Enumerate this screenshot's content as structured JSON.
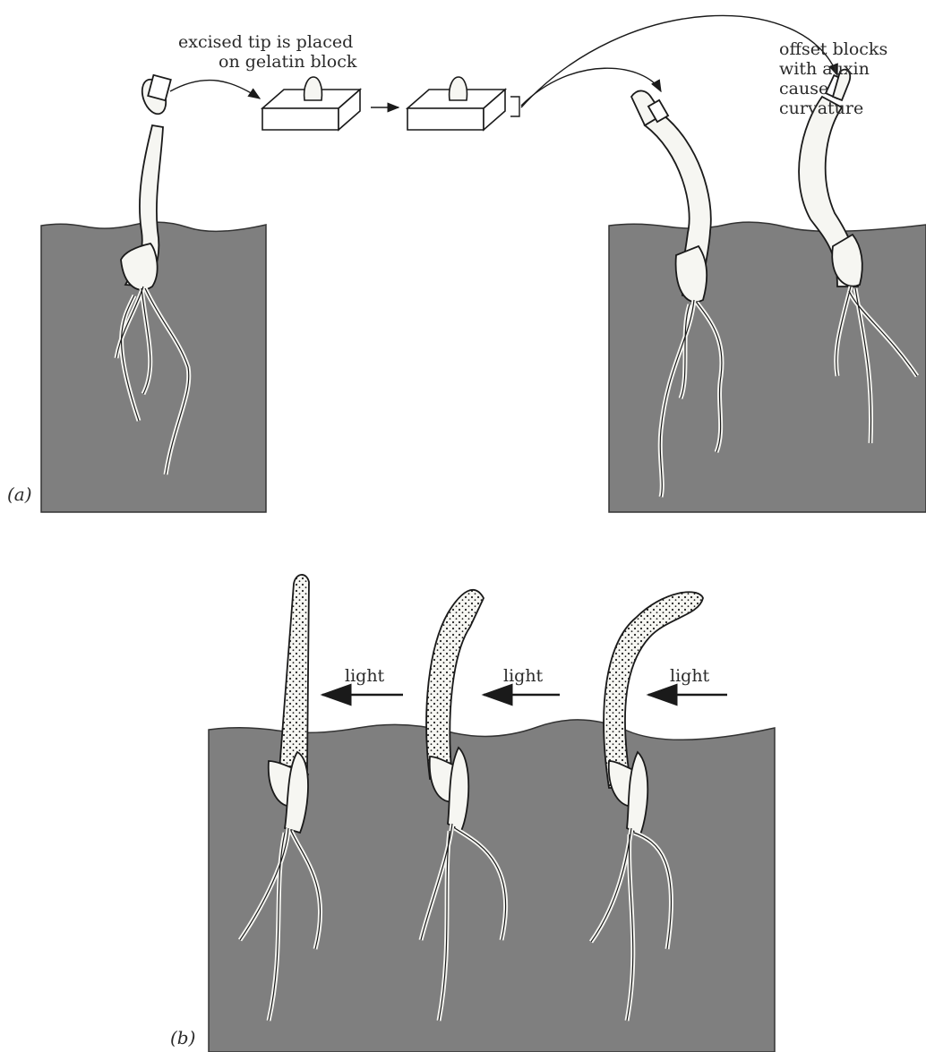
{
  "panel_a": {
    "panel_label": "(a)",
    "tip_caption_line1": "excised tip is placed",
    "tip_caption_line2": "on gelatin block",
    "offset_caption_line1": "offset blocks",
    "offset_caption_line2": "with auxin",
    "offset_caption_line3": "cause",
    "offset_caption_line4": "curvature"
  },
  "panel_b": {
    "panel_label": "(b)",
    "light_labels": [
      "light",
      "light",
      "light"
    ]
  },
  "colors": {
    "soil": "#7f7f7f",
    "ink": "#1a1a1a",
    "plant": "#f6f6f2"
  }
}
